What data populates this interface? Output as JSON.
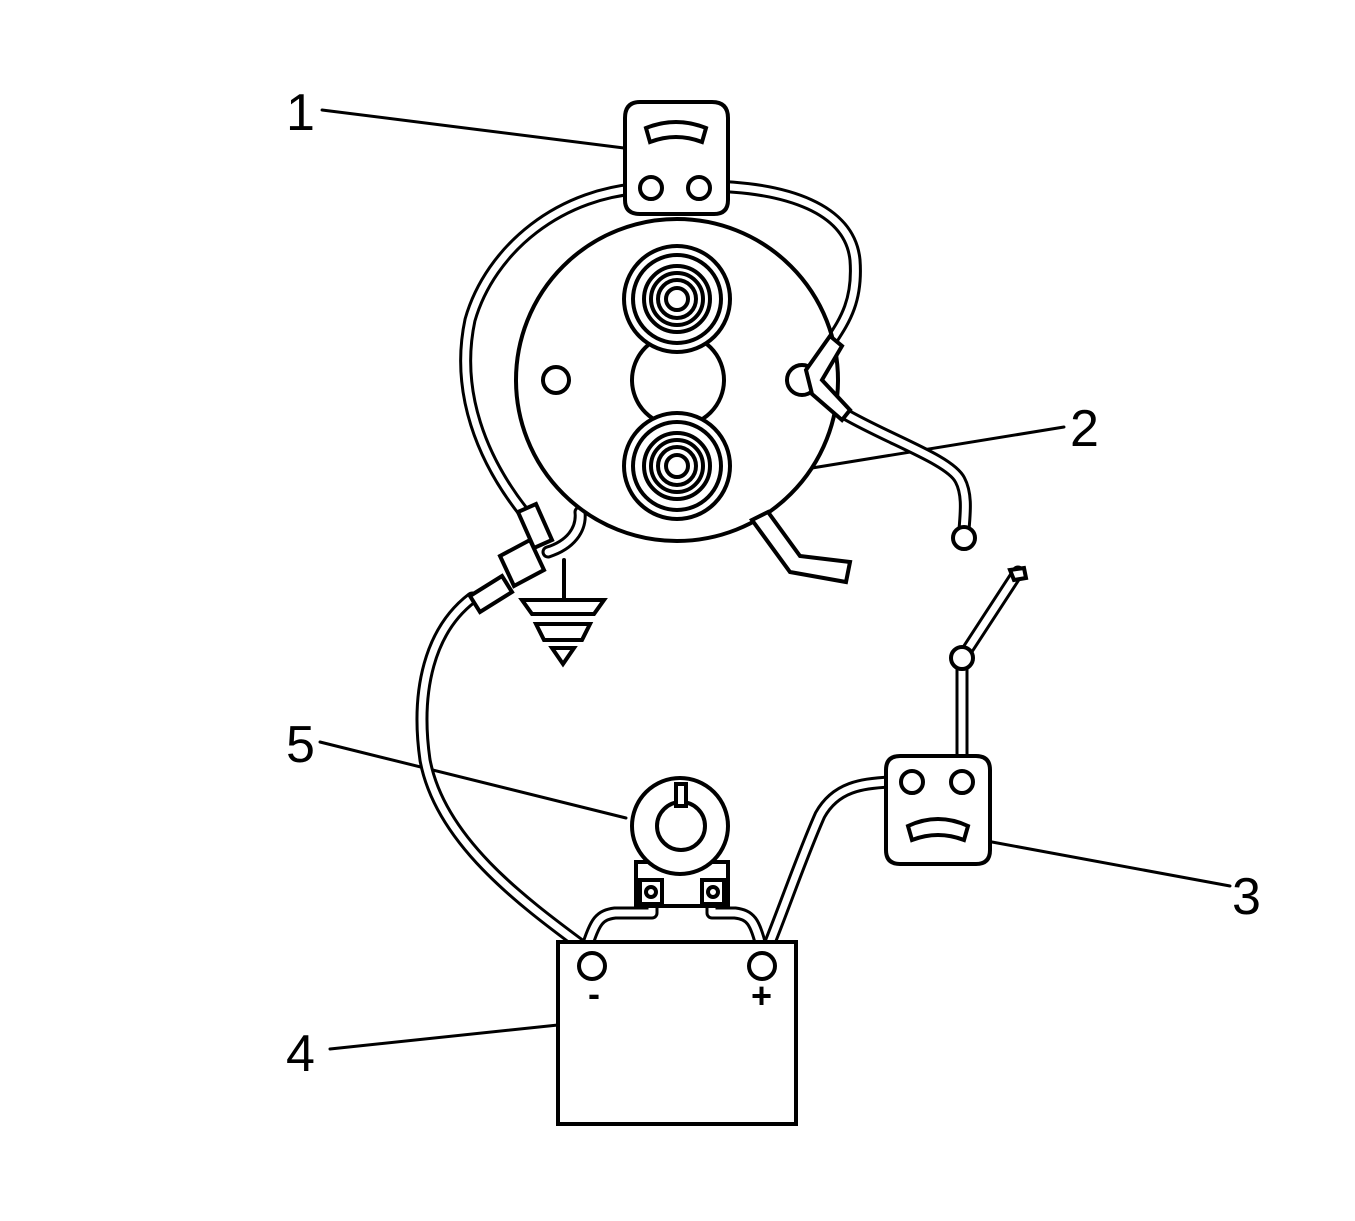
{
  "callouts": {
    "c1": "1",
    "c2": "2",
    "c3": "3",
    "c4": "4",
    "c5": "5"
  },
  "battery": {
    "negative_label": "-",
    "positive_label": "+"
  },
  "colors": {
    "line": "#000000",
    "background": "#ffffff"
  }
}
